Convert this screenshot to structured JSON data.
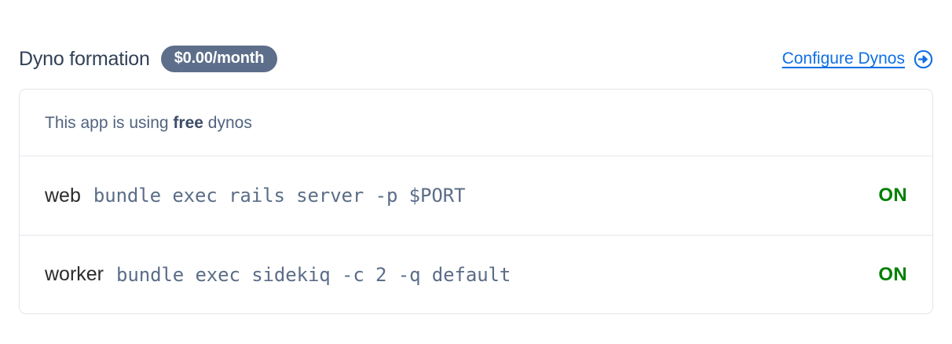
{
  "header": {
    "title": "Dyno formation",
    "price_badge": "$0.00/month",
    "configure_link": "Configure Dynos",
    "arrow_icon": "arrow-circle-right-icon"
  },
  "card": {
    "banner": {
      "prefix": "This app is using ",
      "emphasis": "free",
      "suffix": " dynos"
    },
    "rows": [
      {
        "type": "web",
        "command": "bundle exec rails server -p $PORT",
        "state": "ON"
      },
      {
        "type": "worker",
        "command": "bundle exec sidekiq -c 2 -q default",
        "state": "ON"
      }
    ]
  },
  "colors": {
    "accent_link": "#0f6fe5",
    "badge_bg": "#5d6e8a",
    "state_on": "#008000",
    "heading": "#324158",
    "command_text": "#5b6d88",
    "border": "#e2e4ea"
  }
}
